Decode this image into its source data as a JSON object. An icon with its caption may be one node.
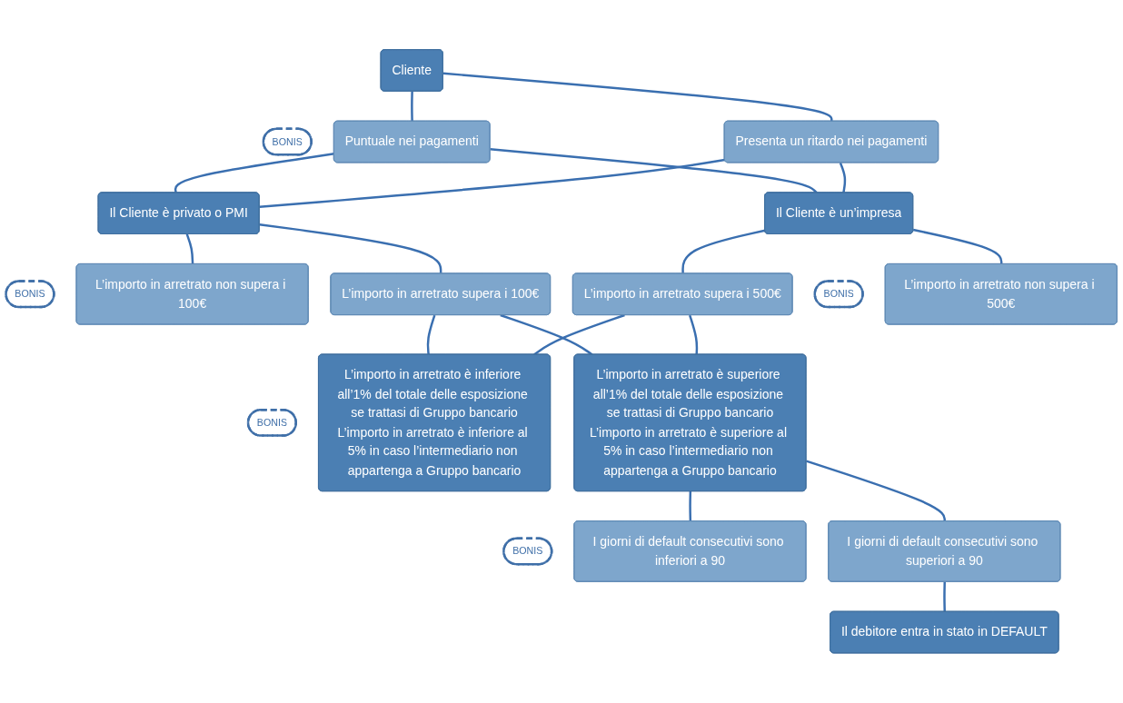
{
  "diagram": {
    "nodes": [
      {
        "text": [
          "Cliente"
        ]
      },
      {
        "text": [
          "BONIS"
        ]
      },
      {
        "text": [
          "Puntuale nei pagamenti"
        ]
      },
      {
        "text": [
          "Presenta un ritardo nei pagamenti"
        ]
      },
      {
        "text": [
          "Il Cliente è privato o PMI"
        ]
      },
      {
        "text": [
          "Il Cliente è un’impresa"
        ]
      },
      {
        "text": [
          "BONIS"
        ]
      },
      {
        "text": [
          "L’importo in arretrato non supera i 100€"
        ]
      },
      {
        "text": [
          "L’importo in arretrato supera i 100€"
        ]
      },
      {
        "text": [
          "L’importo in arretrato supera i 500€"
        ]
      },
      {
        "text": [
          "BONIS"
        ]
      },
      {
        "text": [
          "L’importo in arretrato non supera i 500€"
        ]
      },
      {
        "text": [
          "BONIS"
        ]
      },
      {
        "text": [
          "L’importo in arretrato è inferiore all’1% del totale delle esposizione se trattasi di Gruppo bancario",
          "L’importo in arretrato è inferiore al 5% in caso l’intermediario non appartenga a Gruppo bancario"
        ]
      },
      {
        "text": [
          "L’importo in arretrato è superiore all’1% del totale delle esposizione se trattasi di Gruppo bancario",
          "L’importo in arretrato è superiore al 5% in caso l’intermediario non appartenga a Gruppo bancario"
        ]
      },
      {
        "text": [
          "BONIS"
        ]
      },
      {
        "text": [
          "I giorni di default consecutivi sono inferiori a 90"
        ]
      },
      {
        "text": [
          "I giorni di default consecutivi sono superiori a 90"
        ]
      },
      {
        "text": [
          "Il debitore entra in stato in DEFAULT"
        ]
      }
    ],
    "edges": [
      {
        "from": 0,
        "to": 2,
        "arrow": "none"
      },
      {
        "from": 0,
        "to": 3,
        "arrow": "none"
      },
      {
        "from": 2,
        "to": 4,
        "arrow": "none"
      },
      {
        "from": 2,
        "to": 5,
        "arrow": "none"
      },
      {
        "from": 3,
        "to": 4,
        "arrow": "none"
      },
      {
        "from": 3,
        "to": 5,
        "arrow": "none"
      },
      {
        "from": 4,
        "to": 7,
        "arrow": "none"
      },
      {
        "from": 4,
        "to": 8,
        "arrow": "none"
      },
      {
        "from": 5,
        "to": 9,
        "arrow": "none"
      },
      {
        "from": 5,
        "to": 11,
        "arrow": "none"
      },
      {
        "from": 8,
        "to": 13,
        "arrow": "none"
      },
      {
        "from": 8,
        "to": 14,
        "arrow": "none"
      },
      {
        "from": 9,
        "to": 13,
        "arrow": "none"
      },
      {
        "from": 9,
        "to": 14,
        "arrow": "none"
      },
      {
        "from": 14,
        "to": 16,
        "arrow": "none"
      },
      {
        "from": 14,
        "to": 17,
        "arrow": "none"
      },
      {
        "from": 17,
        "to": 18,
        "arrow": "none"
      }
    ]
  }
}
